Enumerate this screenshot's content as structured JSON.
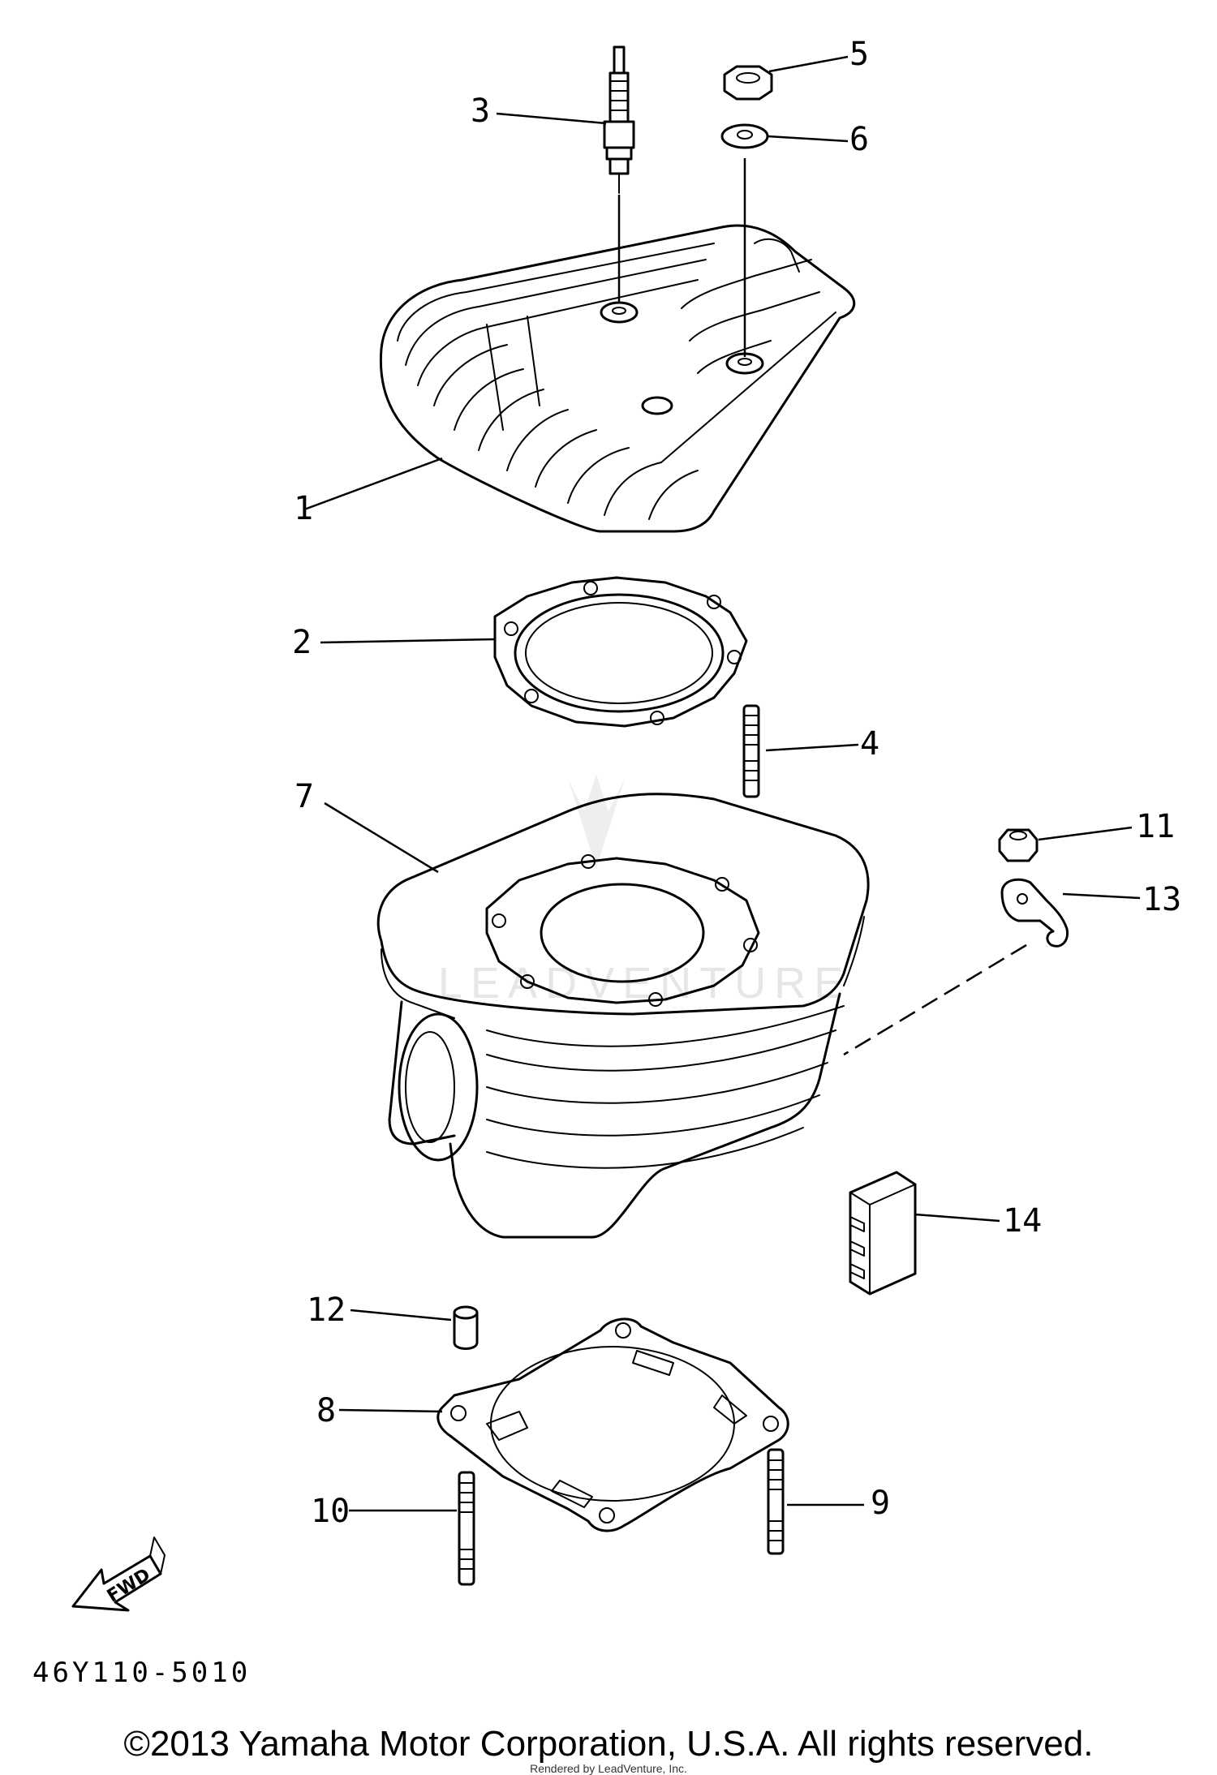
{
  "callouts": [
    "1",
    "2",
    "3",
    "4",
    "5",
    "6",
    "7",
    "8",
    "9",
    "10",
    "11",
    "12",
    "13",
    "14"
  ],
  "fwd_label": "FWD",
  "diagram_code": "46Y110-5010",
  "watermark": "LEADVENTURE",
  "copyright": "©2013 Yamaha Motor Corporation, U.S.A. All rights reserved.",
  "rendered_by": "Rendered by LeadVenture, Inc."
}
